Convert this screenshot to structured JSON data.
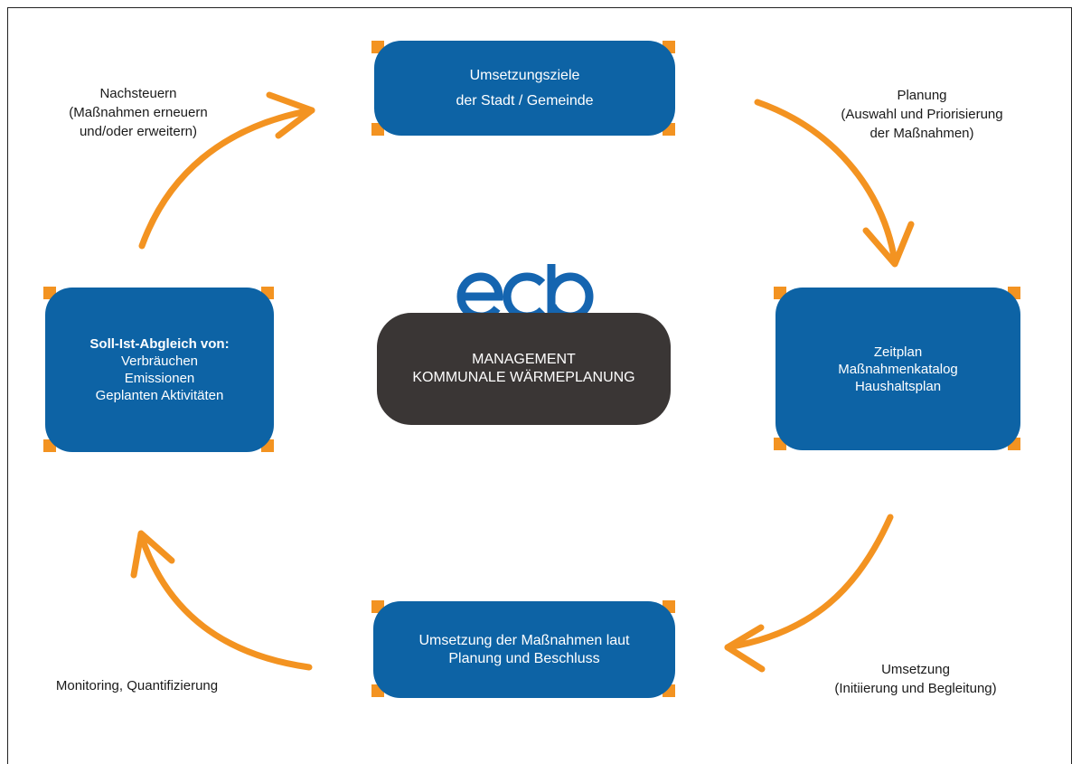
{
  "center": {
    "logo_text": "ecb",
    "line1": "MANAGEMENT",
    "line2": "KOMMUNALE WÄRMEPLANUNG"
  },
  "boxes": {
    "top": {
      "line1": "Umsetzungsziele",
      "line2": "der Stadt / Gemeinde"
    },
    "right": {
      "line1": "Zeitplan",
      "line2": "Maßnahmenkatalog",
      "line3": "Haushaltsplan"
    },
    "bottom": {
      "line1": "Umsetzung der Maßnahmen laut",
      "line2": "Planung und Beschluss"
    },
    "left": {
      "title": "Soll-Ist-Abgleich von:",
      "line1": "Verbräuchen",
      "line2": "Emissionen",
      "line3": "Geplanten Aktivitäten"
    }
  },
  "labels": {
    "top_left": {
      "line1": "Nachsteuern",
      "line2": "(Maßnahmen erneuern",
      "line3": "und/oder erweitern)"
    },
    "top_right": {
      "line1": "Planung",
      "line2": "(Auswahl und Priorisierung",
      "line3": "der Maßnahmen)"
    },
    "bottom_right": {
      "line1": "Umsetzung",
      "line2": "(Initiierung und Begleitung)"
    },
    "bottom_left": {
      "line1": "Monitoring, Quantifizierung"
    }
  },
  "colors": {
    "box_blue": "#0d63a5",
    "accent_orange": "#f39321",
    "center_dark": "#3a3635",
    "logo_blue": "#1565b0"
  }
}
